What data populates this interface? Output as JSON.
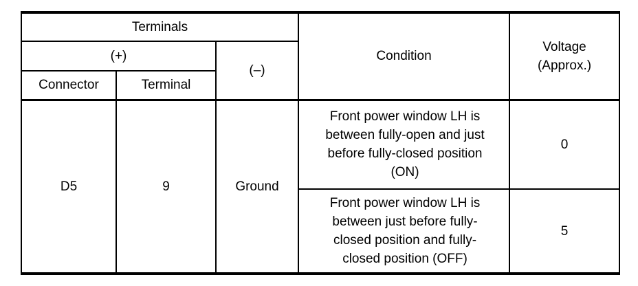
{
  "table": {
    "header": {
      "terminals": "Terminals",
      "plus": "(+)",
      "minus": "(–)",
      "connector": "Connector",
      "terminal": "Terminal",
      "condition": "Condition",
      "voltage": "Voltage\n(Approx.)"
    },
    "body": {
      "connector": "D5",
      "terminal": "9",
      "minus": "Ground",
      "rows": [
        {
          "condition": "Front power window LH is\nbetween fully-open and just\nbefore fully-closed position\n(ON)",
          "voltage": "0"
        },
        {
          "condition": "Front power window LH is\nbetween just before fully-\nclosed position and fully-\nclosed position (OFF)",
          "voltage": "5"
        }
      ]
    }
  }
}
